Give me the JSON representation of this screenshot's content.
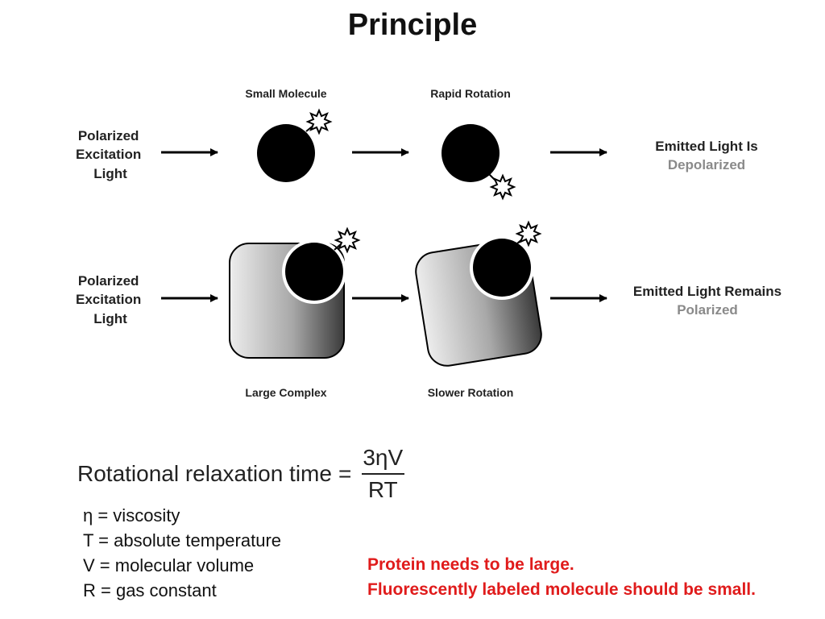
{
  "slide": {
    "title": "Principle"
  },
  "diagram": {
    "top_row": {
      "input_label": [
        "Polarized",
        "Excitation",
        "Light"
      ],
      "stage1_label": "Small Molecule",
      "stage2_label": "Rapid Rotation",
      "result_line1": "Emitted Light Is",
      "result_line2": "Depolarized"
    },
    "bottom_row": {
      "input_label": [
        "Polarized",
        "Excitation",
        "Light"
      ],
      "stage1_label": "Large Complex",
      "stage2_label": "Slower Rotation",
      "result_line1": "Emitted Light Remains",
      "result_line2": "Polarized"
    }
  },
  "equation": {
    "lhs": "Rotational relaxation time",
    "equals": "=",
    "numerator": "3ηV",
    "denominator": "RT"
  },
  "legend": [
    "η = viscosity",
    "T = absolute temperature",
    "V = molecular volume",
    "R = gas constant"
  ],
  "notes": [
    "Protein needs to be large.",
    "Fluorescently labeled molecule should be small."
  ],
  "colors": {
    "note_red": "#e01b1b",
    "result_grey": "#8a8a8a",
    "molecule_black": "#000000"
  }
}
